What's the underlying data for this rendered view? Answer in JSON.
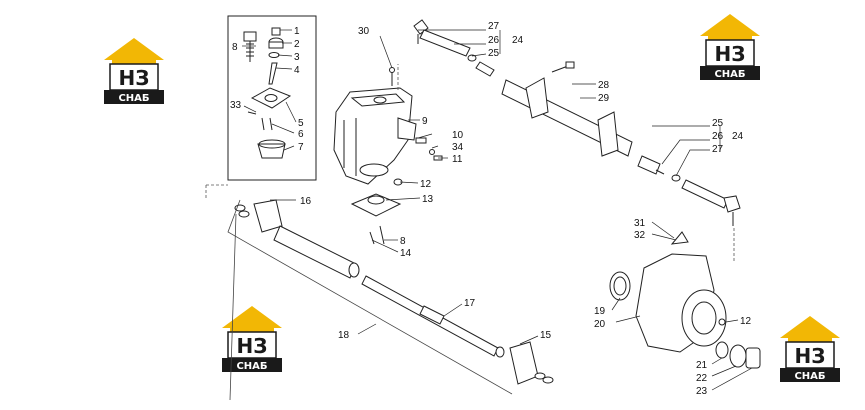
{
  "logo": {
    "mark": "НЗ",
    "caption": "СНАБ",
    "colors": {
      "roof": "#f2b705",
      "dark": "#1a1a1a",
      "light": "#ffffff"
    }
  },
  "callouts": [
    "1",
    "2",
    "3",
    "4",
    "5",
    "6",
    "7",
    "8",
    "8",
    "33",
    "30",
    "9",
    "10",
    "34",
    "11",
    "12",
    "13",
    "14",
    "16",
    "17",
    "18",
    "15",
    "27",
    "26",
    "25",
    "24",
    "28",
    "29",
    "25",
    "26",
    "24",
    "27",
    "31",
    "32",
    "19",
    "20",
    "12",
    "21",
    "22",
    "23"
  ]
}
